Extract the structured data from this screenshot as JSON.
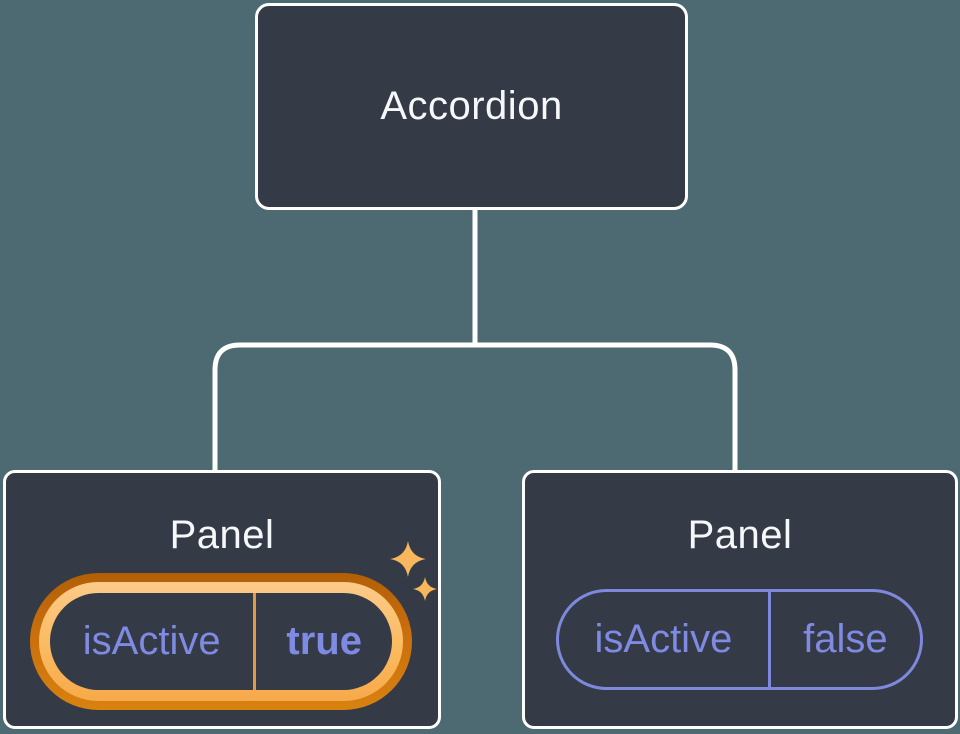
{
  "diagram": {
    "description": "Component tree diagram: Accordion parent with two Panel children showing isActive state",
    "accordion": {
      "title": "Accordion"
    },
    "panels": [
      {
        "title": "Panel",
        "state_name": "isActive",
        "state_value": "true",
        "highlighted": true
      },
      {
        "title": "Panel",
        "state_name": "isActive",
        "state_value": "false",
        "highlighted": false
      }
    ]
  },
  "icons": {
    "sparkle_big": "sparkle-icon",
    "sparkle_small": "sparkle-icon"
  },
  "colors": {
    "background": "#4D6972",
    "node_fill": "#343A46",
    "node_border": "#FFFFFF",
    "title_text": "#F6F7F9",
    "state_purple": "#7F8AE2",
    "pill_border_purple": "#7E89DE",
    "highlight_ring_dark_orange": "#C96F0E",
    "highlight_ring_light_orange": "#FABB60",
    "highlight_divider_orange": "#E29A3E",
    "sparkle_orange": "#F8B75C",
    "connector_line": "#FFFFFF"
  }
}
